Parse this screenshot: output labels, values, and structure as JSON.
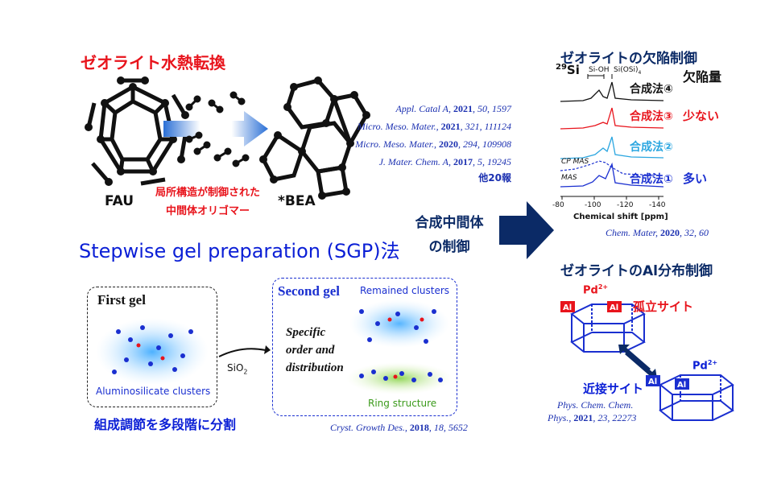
{
  "left": {
    "title": "ゼオライト水熱転換",
    "fau_label": "FAU",
    "bea_label": "*BEA",
    "oligomer_note_line1": "局所構造が制御された",
    "oligomer_note_line2": "中間体オリゴマー",
    "sgp_title": "Stepwise gel preparation (SGP)法",
    "first_gel": "First gel",
    "alumino_clusters": "Aluminosilicate clusters",
    "sio2": "SiO",
    "sio2_sub": "2",
    "second_gel": "Second gel",
    "remained_clusters": "Remained clusters",
    "specific_1": "Specific",
    "specific_2": "order and",
    "specific_3": "distribution",
    "ring_structure": "Ring structure",
    "split_note": "組成調節を多段階に分割"
  },
  "refs": [
    {
      "journal": "Appl. Catal A,",
      "year": "2021",
      "rest": ", 50, 1597"
    },
    {
      "journal": "Micro. Meso. Mater.,",
      "year": "2021",
      "rest": ", 321, 111124"
    },
    {
      "journal": "Micro. Meso. Mater.,",
      "year": "2020",
      "rest": ", 294, 109908"
    },
    {
      "journal": "J. Mater. Chem. A,",
      "year": "2017",
      "rest": ", 5, 19245"
    }
  ],
  "refs_more": "他20報",
  "cryst_ref": {
    "journal": "Cryst. Growth Des.,",
    "year": "2018",
    "rest": ", 18, 5652"
  },
  "center": {
    "line1": "合成中間体",
    "line2": "の制御"
  },
  "right": {
    "defect_title": "ゼオライトの欠陥制御",
    "si29": "29",
    "si": "Si",
    "sioh": "Si-OH",
    "siosi": "Si(OSi)",
    "siosi_sub": "4",
    "defect_amount": "欠陥量",
    "methods": [
      {
        "label": "合成法④",
        "note": ""
      },
      {
        "label": "合成法③",
        "note": "少ない"
      },
      {
        "label": "合成法②",
        "note": ""
      },
      {
        "label": "合成法①",
        "note": "多い"
      }
    ],
    "cp_mas": "CP MAS",
    "mas": "MAS",
    "axis_ticks": [
      "-80",
      "-100",
      "-120",
      "-140"
    ],
    "axis_label": "Chemical shift [ppm]",
    "chem_ref": {
      "journal": "Chem. Mater,",
      "year": "2020",
      "rest": ", 32, 60"
    },
    "al_title": "ゼオライトのAl分布制御",
    "pd1": "Pd",
    "pd1_sup": "2+",
    "al": "Al",
    "isolated": "孤立サイト",
    "pd2": "Pd",
    "pd2_sup": "2+",
    "adjacent": "近接サイト",
    "phys_ref_1": "Phys. Chem. Chem.",
    "phys_ref_2_journal": "Phys.,",
    "phys_ref_2_year": "2021",
    "phys_ref_2_rest": ", 23, 22273"
  },
  "colors": {
    "red": "#e8141c",
    "blue": "#0b1fd6",
    "navy_arrow": "#0b2a66",
    "spectrum_black": "#111111",
    "spectrum_red": "#e8141c",
    "spectrum_cyan": "#2ba6e0",
    "spectrum_blue": "#1a2fd0"
  }
}
